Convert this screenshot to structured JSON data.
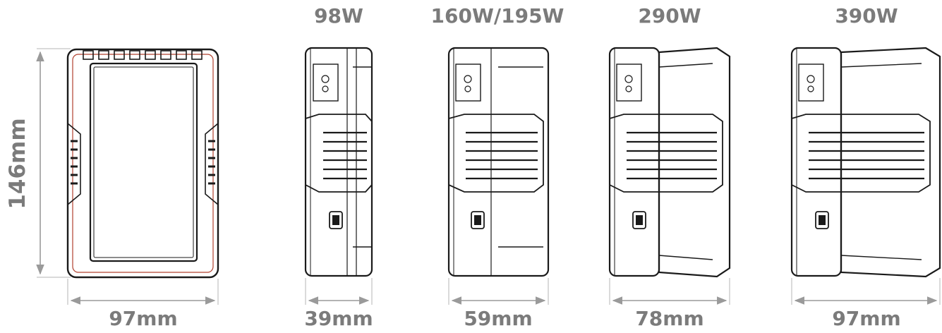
{
  "front_view": {
    "height_label": "146mm",
    "width_label": "97mm"
  },
  "models": [
    {
      "name": "98W",
      "thickness_label": "39mm"
    },
    {
      "name": "160W/195W",
      "thickness_label": "59mm"
    },
    {
      "name": "290W",
      "thickness_label": "78mm"
    },
    {
      "name": "390W",
      "thickness_label": "97mm"
    }
  ],
  "colors": {
    "outline": "#1a1a1a",
    "accent": "#b0402e",
    "dimension": "#9a9a9a",
    "label": "#7b7b7b"
  }
}
